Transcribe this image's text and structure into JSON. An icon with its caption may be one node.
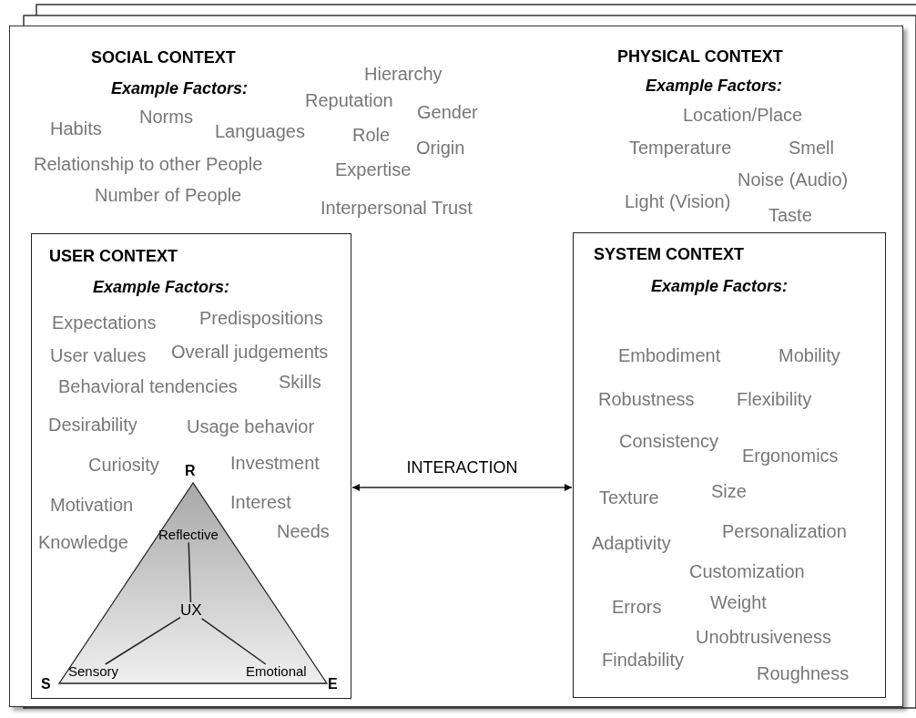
{
  "diagram": {
    "nodes": [
      {
        "text": [],
        "shape": "box"
      },
      {
        "text": [
          "USER CONTEXT",
          "Example Factors:",
          "Expectations",
          "Predispositions",
          "User values",
          "Overall judgements",
          "Behavioral tendencies",
          "Skills",
          "Desirability",
          "Usage behavior",
          "Curiosity",
          "Investment",
          "Motivation",
          "Interest",
          "Needs",
          "Knowledge"
        ],
        "in": 0
      },
      {
        "text": [],
        "shape": "triangle",
        "in": 1
      },
      {
        "text": [
          "Reflective"
        ],
        "in": 2
      },
      {
        "text": [
          "UX"
        ],
        "in": 2
      },
      {
        "text": [
          "Sensory"
        ],
        "in": 2
      },
      {
        "text": [
          "Emotional"
        ],
        "in": 2
      },
      {
        "text": [
          "SYSTEM CONTEXT",
          "Example Factors:",
          "Embodiment",
          "Mobility",
          "Robustness",
          "Flexibility",
          "Consistency",
          "Ergonomics",
          "Texture",
          "Size",
          "Adaptivity",
          "Personalization",
          "Customization",
          "Errors",
          "Weight",
          "Unobtrusiveness",
          "Findability",
          "Roughness"
        ],
        "in": 0
      }
    ],
    "edges": [
      {
        "from": 4,
        "to": 3,
        "arrow": "none"
      },
      {
        "from": 4,
        "to": 5,
        "arrow": "none"
      },
      {
        "from": 4,
        "to": 6,
        "arrow": "none"
      },
      {
        "from": 1,
        "to": 7,
        "arrow": "both",
        "label": "INTERACTION"
      }
    ],
    "labels": [
      "SOCIAL CONTEXT",
      "Example Factors:",
      "Hierarchy",
      "Reputation",
      "Gender",
      "Habits",
      "Norms",
      "Languages",
      "Role",
      "Origin",
      "Relationship to other People",
      "Expertise",
      "Number of People",
      "Interpersonal Trust",
      "PHYSICAL CONTEXT",
      "Example Factors:",
      "Location/Place",
      "Temperature",
      "Smell",
      "Noise (Audio)",
      "Light (Vision)",
      "Taste",
      "R",
      "S",
      "E"
    ]
  }
}
